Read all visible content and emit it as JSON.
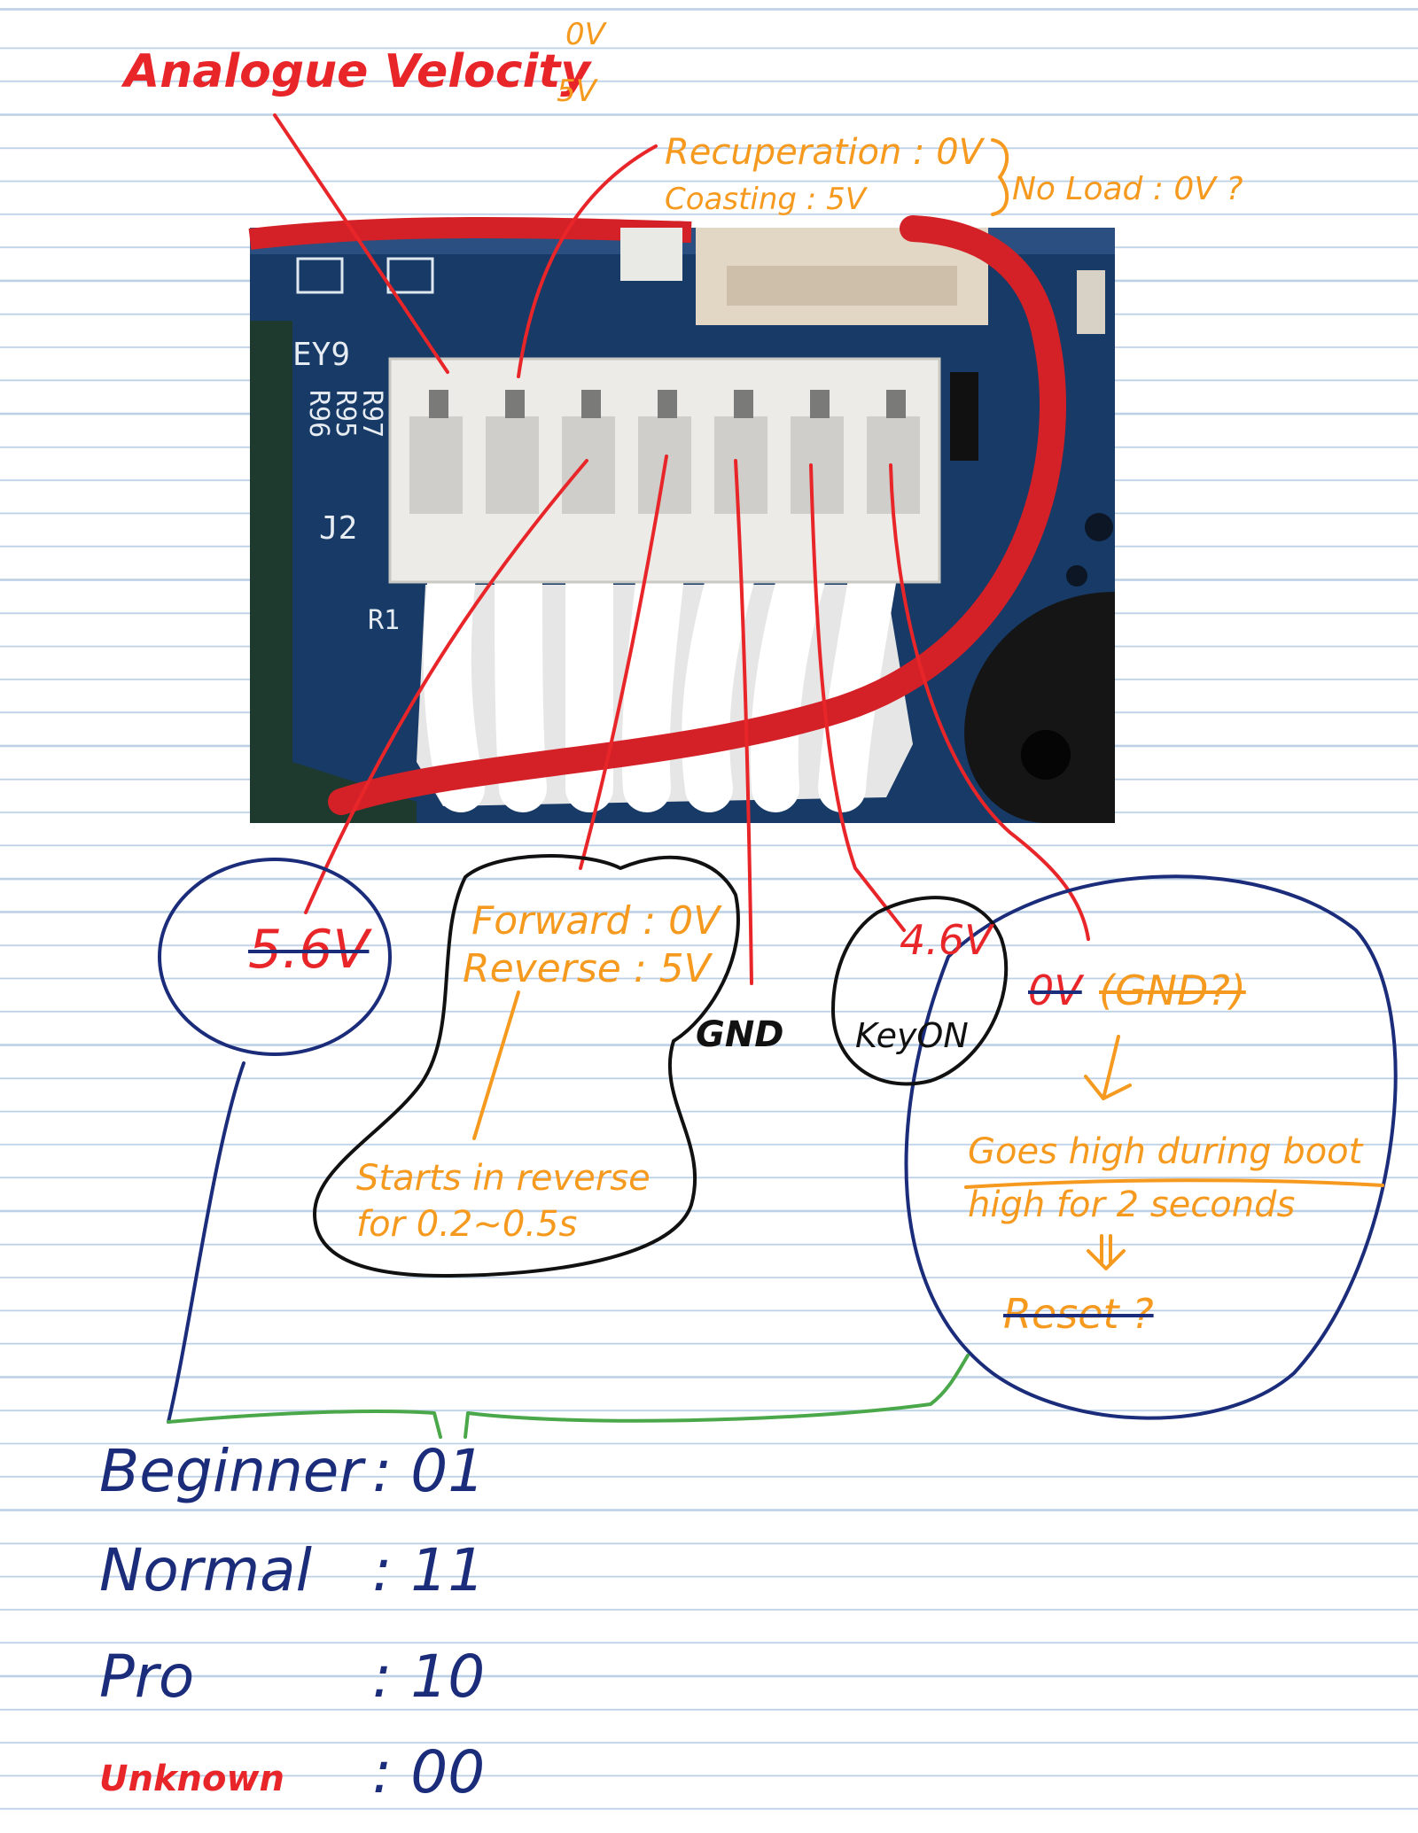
{
  "photo": {
    "board_silkscreen": [
      "EY9",
      "R97",
      "R95",
      "R96",
      "J2",
      "R1"
    ],
    "colors": {
      "board": "#173a66",
      "connector": "#e9e9e6",
      "wire_red": "#d42127",
      "wire_white": "#f1f1f1",
      "pad": "#254a78"
    }
  },
  "labels": {
    "analogue_velocity": "Analogue Velocity",
    "analogue_velocity_0v": "0V",
    "analogue_velocity_5v": "5V",
    "recuperation": "Recuperation : 0V",
    "coasting": "Coasting : 5V",
    "no_load": "No Load : 0V ?",
    "v56": "5.6V",
    "forward": "Forward : 0V",
    "reverse": "Reverse : 5V",
    "starts_reverse_1": "Starts in reverse",
    "starts_reverse_2": "for 0.2~0.5s",
    "gnd": "GND",
    "v46": "4.6V",
    "keyon": "KeyON",
    "ov": "0V",
    "gnd_q": "(GND?)",
    "goes_high": "Goes high during boot",
    "high_2s": "high for 2 seconds",
    "reset": "Reset ?"
  },
  "modes": [
    {
      "name": "Beginner",
      "code": ": 01"
    },
    {
      "name": "Normal",
      "code": ": 11"
    },
    {
      "name": "Pro",
      "code": ": 10"
    },
    {
      "name": "Unknown",
      "code": ": 00"
    }
  ],
  "ink_colors": {
    "red": "#e8262a",
    "orange": "#f59a1e",
    "navy": "#1a2c7a",
    "black": "#111111",
    "green": "#4aa84a"
  }
}
